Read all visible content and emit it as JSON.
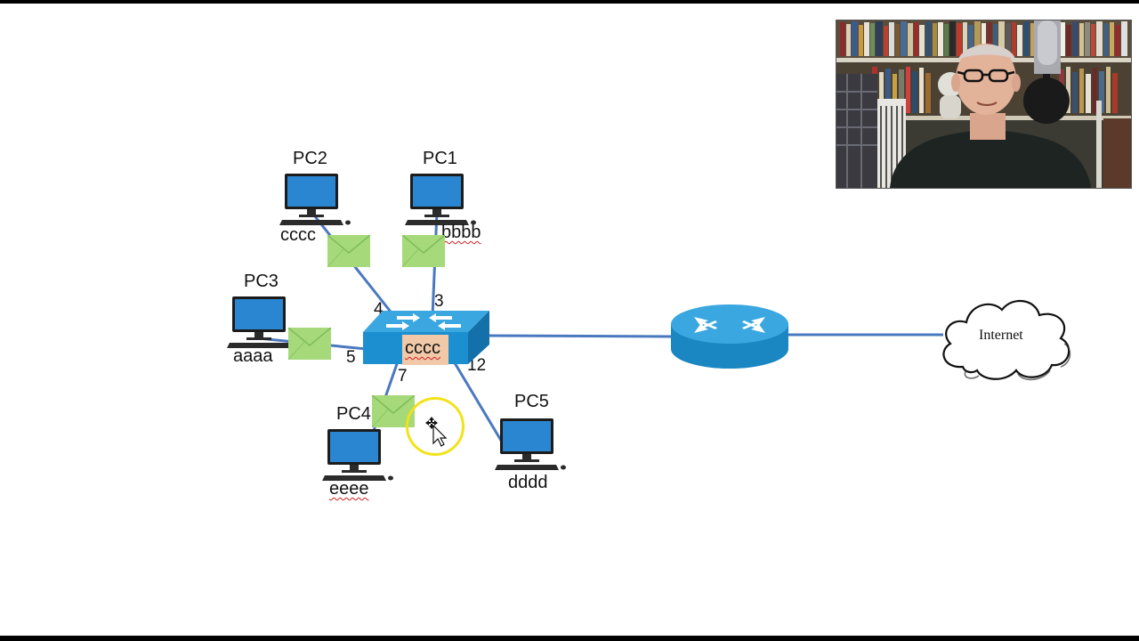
{
  "diagram": {
    "pcs": [
      {
        "name": "PC1",
        "address": "bbbb",
        "address_flagged": true,
        "port": "3"
      },
      {
        "name": "PC2",
        "address": "cccc",
        "address_flagged": false,
        "port": "4"
      },
      {
        "name": "PC3",
        "address": "aaaa",
        "address_flagged": false,
        "port": "5"
      },
      {
        "name": "PC4",
        "address": "eeee",
        "address_flagged": true,
        "port": "7"
      },
      {
        "name": "PC5",
        "address": "dddd",
        "address_flagged": false,
        "port": "12"
      }
    ],
    "switch_frame_label": "cccc",
    "cloud_label": "Internet"
  },
  "colors": {
    "link": "#4a78c0",
    "switch": "#1b8fcf",
    "router": "#1b8fcf",
    "envelope": "#a5d97a",
    "frame_tag": "#f1c9a8",
    "cursor_ring": "#f2e21a"
  },
  "icons": [
    "desktop-pc-icon",
    "envelope-icon",
    "switch-icon",
    "router-icon",
    "cloud-icon",
    "move-cursor-icon",
    "webcam-feed"
  ]
}
